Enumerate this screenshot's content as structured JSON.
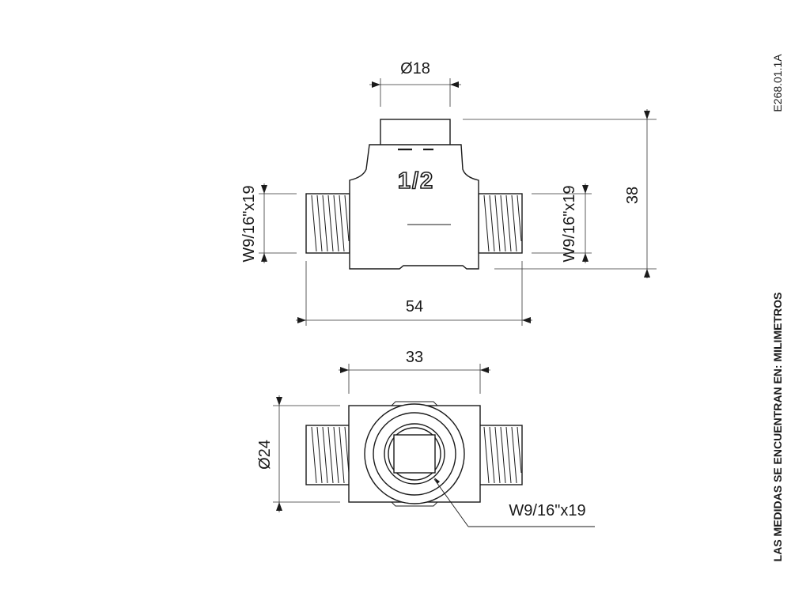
{
  "front_view": {
    "top_diameter": "Ø18",
    "height": "38",
    "overall_length": "54",
    "left_thread": "W9/16\"x19",
    "right_thread": "W9/16\"x19",
    "size_mark": "1/2"
  },
  "bottom_view": {
    "body_width": "33",
    "diameter": "Ø24",
    "bore_thread": "W9/16\"x19"
  },
  "drawing_code": "E268.01.1A",
  "units_note": "LAS MEDIDAS SE ENCUENTRAN EN: MILIMETROS",
  "colors": {
    "line": "#1a1a1a",
    "background": "#ffffff"
  }
}
